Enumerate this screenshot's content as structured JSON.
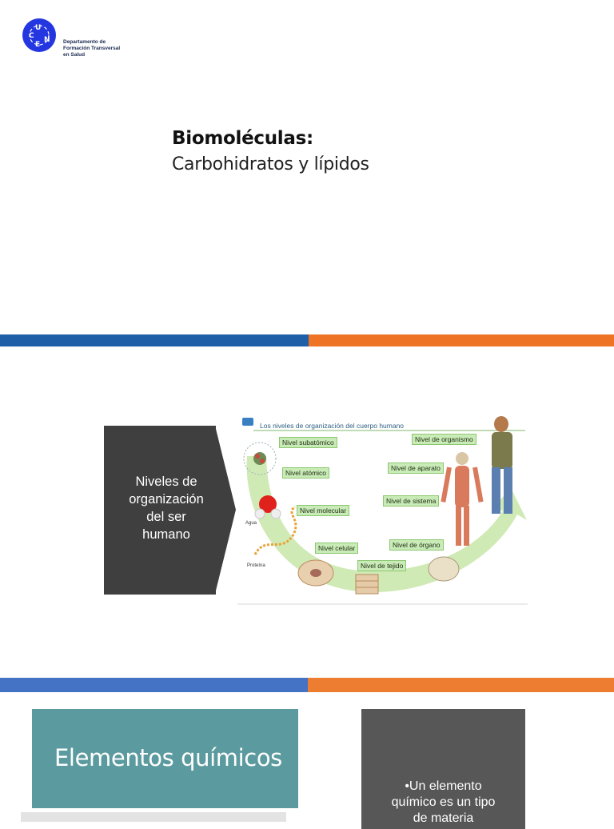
{
  "slide1": {
    "logo_letters": [
      "U",
      "C",
      "E",
      "N"
    ],
    "department_lines": [
      "Departamento de",
      "Formación Transversal",
      "en Salud"
    ],
    "title": "Biomoléculas:",
    "subtitle": "Carbohidratos y lípidos"
  },
  "slide2": {
    "box_lines": [
      "Niveles de",
      "organización",
      "del ser",
      "humano"
    ],
    "figure": {
      "title": "Los niveles de organización del cuerpo humano",
      "levels": [
        "Nivel subatómico",
        "Nivel atómico",
        "Nivel molecular",
        "Nivel celular",
        "Nivel de tejido",
        "Nivel de órgano",
        "Nivel de sistema",
        "Nivel de aparato",
        "Nivel de organismo"
      ],
      "captions": [
        "Agua",
        "Proteína"
      ]
    }
  },
  "slide3": {
    "heading": "Elementos químicos",
    "side_lines": [
      "•Un elemento",
      "químico es un tipo",
      "de materia"
    ]
  },
  "colors": {
    "bar_blue": "#1f5fa8",
    "bar_orange": "#ef7325",
    "bar_blue_2": "#4472c4",
    "bar_orange_2": "#ed7d31",
    "teal": "#5b9a9e",
    "dark_box": "#3f3f3f"
  }
}
